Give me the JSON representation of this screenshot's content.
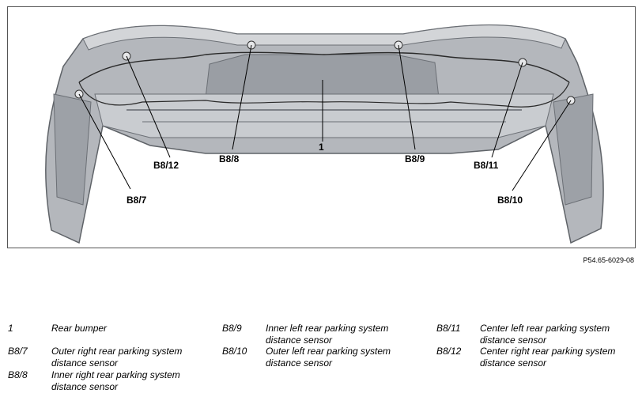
{
  "figure": {
    "code": "P54.65-6029-08",
    "callouts": {
      "c1": "1",
      "b8_12": "B8/12",
      "b8_8": "B8/8",
      "b8_7": "B8/7",
      "b8_9": "B8/9",
      "b8_11": "B8/11",
      "b8_10": "B8/10"
    },
    "colors": {
      "bumper": "#a9acb1",
      "bumper_dark": "#7d8187",
      "inner": "#c5c8cc",
      "line": "#000000"
    }
  },
  "legend": [
    {
      "code": "1",
      "desc": "Rear bumper"
    },
    {
      "code": "B8/7",
      "desc": "Outer right rear parking system distance sensor"
    },
    {
      "code": "B8/8",
      "desc": "Inner right rear parking system distance sensor"
    },
    {
      "code": "B8/9",
      "desc": "Inner left rear parking system distance sensor"
    },
    {
      "code": "B8/10",
      "desc": "Outer left rear parking system distance sensor"
    },
    {
      "code": "B8/11",
      "desc": "Center left rear parking system distance sensor"
    },
    {
      "code": "B8/12",
      "desc": "Center right rear parking system distance sensor"
    }
  ]
}
